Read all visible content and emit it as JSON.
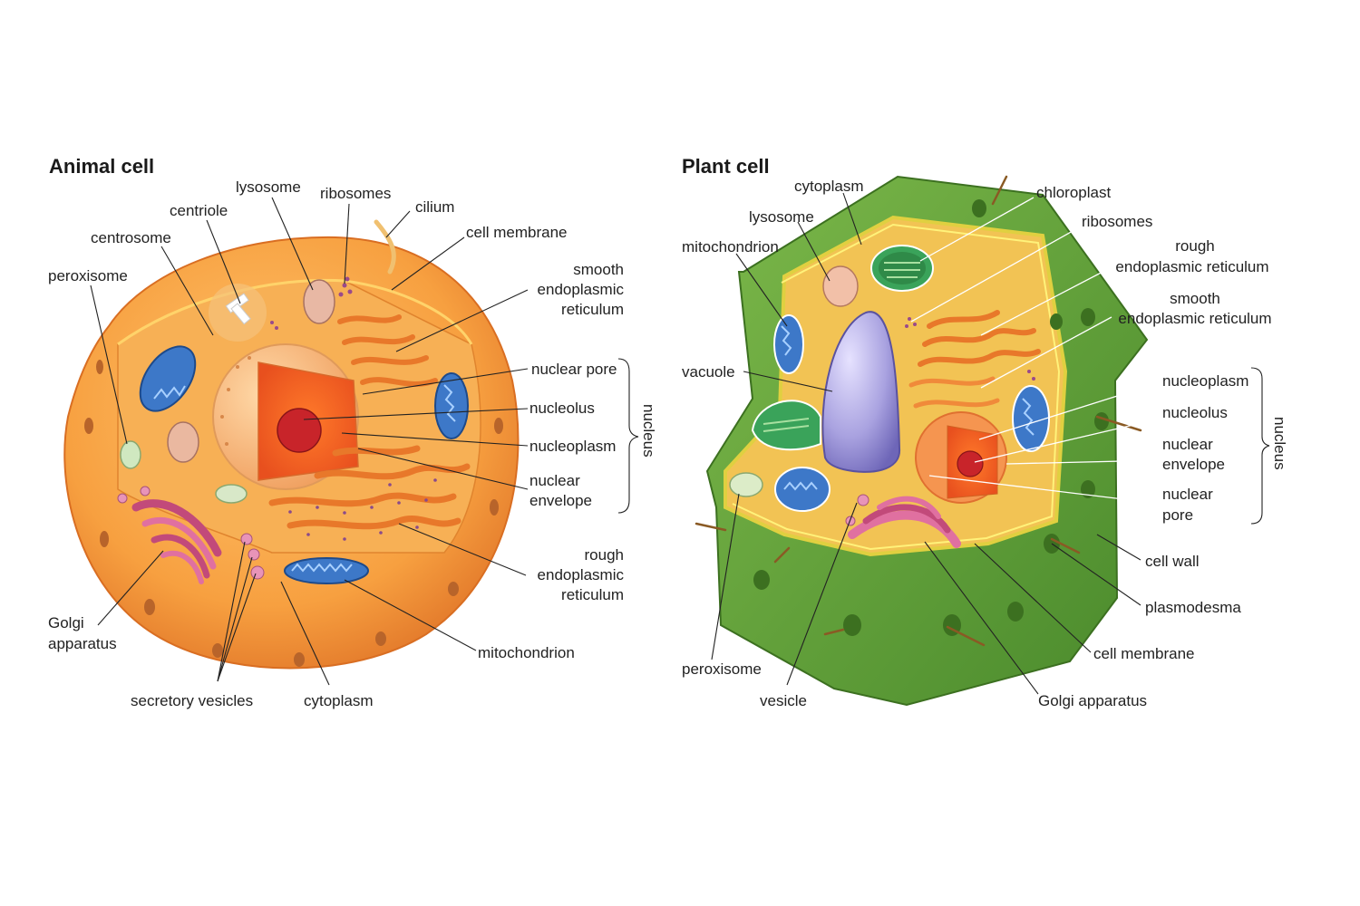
{
  "animal": {
    "title": "Animal cell",
    "labels": {
      "lysosome": "lysosome",
      "ribosomes": "ribosomes",
      "cilium": "cilium",
      "centriole": "centriole",
      "centrosome": "centrosome",
      "cell_membrane": "cell membrane",
      "peroxisome": "peroxisome",
      "smooth_er_1": "smooth",
      "smooth_er_2": "endoplasmic",
      "smooth_er_3": "reticulum",
      "nuclear_pore": "nuclear pore",
      "nucleolus": "nucleolus",
      "nucleoplasm": "nucleoplasm",
      "nuclear_envelope_1": "nuclear",
      "nuclear_envelope_2": "envelope",
      "nucleus": "nucleus",
      "rough_er_1": "rough",
      "rough_er_2": "endoplasmic",
      "rough_er_3": "reticulum",
      "golgi_1": "Golgi",
      "golgi_2": "apparatus",
      "mitochondrion": "mitochondrion",
      "secretory_vesicles": "secretory vesicles",
      "cytoplasm": "cytoplasm"
    }
  },
  "plant": {
    "title": "Plant cell",
    "labels": {
      "cytoplasm": "cytoplasm",
      "chloroplast": "chloroplast",
      "lysosome": "lysosome",
      "ribosomes": "ribosomes",
      "mitochondrion": "mitochondrion",
      "rough_er_1": "rough",
      "rough_er_2": "endoplasmic reticulum",
      "smooth_er_1": "smooth",
      "smooth_er_2": "endoplasmic reticulum",
      "vacuole": "vacuole",
      "nucleoplasm": "nucleoplasm",
      "nucleolus": "nucleolus",
      "nuclear_envelope_1": "nuclear",
      "nuclear_envelope_2": "envelope",
      "nuclear_pore_1": "nuclear",
      "nuclear_pore_2": "pore",
      "nucleus": "nucleus",
      "cell_wall": "cell wall",
      "plasmodesma": "plasmodesma",
      "cell_membrane": "cell membrane",
      "peroxisome": "peroxisome",
      "vesicle": "vesicle",
      "golgi": "Golgi apparatus"
    }
  },
  "colors": {
    "animal_membrane": "#f29a3a",
    "animal_cytoplasm": "#f6a84b",
    "nucleus": "#f08a4a",
    "nucleolus": "#c8242a",
    "mitochondrion": "#3d78c8",
    "golgi": "#d05a8a",
    "plant_wall": "#5e9a36",
    "plant_cytoplasm": "#f0c050",
    "chloroplast": "#3aa35a",
    "vacuole": "#9a92d8"
  }
}
